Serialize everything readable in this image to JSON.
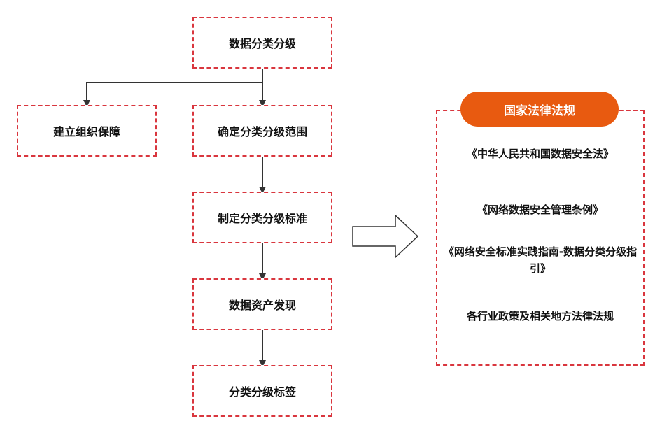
{
  "flow": {
    "root": "数据分类分级",
    "left_branch": "建立组织保障",
    "steps": [
      "确定分类分级范围",
      "制定分类分级标准",
      "数据资产发现",
      "分类分级标签"
    ]
  },
  "laws": {
    "title": "国家法律法规",
    "items": [
      "《中华人民共和国数据安全法》",
      "《网络数据安全管理条例》",
      "《网络安全标准实践指南-数据分类分级指引》",
      "各行业政策及相关地方法律法规"
    ]
  },
  "colors": {
    "box_border": "#d9363e",
    "badge_fill": "#e85a10",
    "arrow": "#333333"
  },
  "icons": {
    "connector": "down-arrow-icon",
    "transfer": "hollow-right-arrow-icon"
  }
}
